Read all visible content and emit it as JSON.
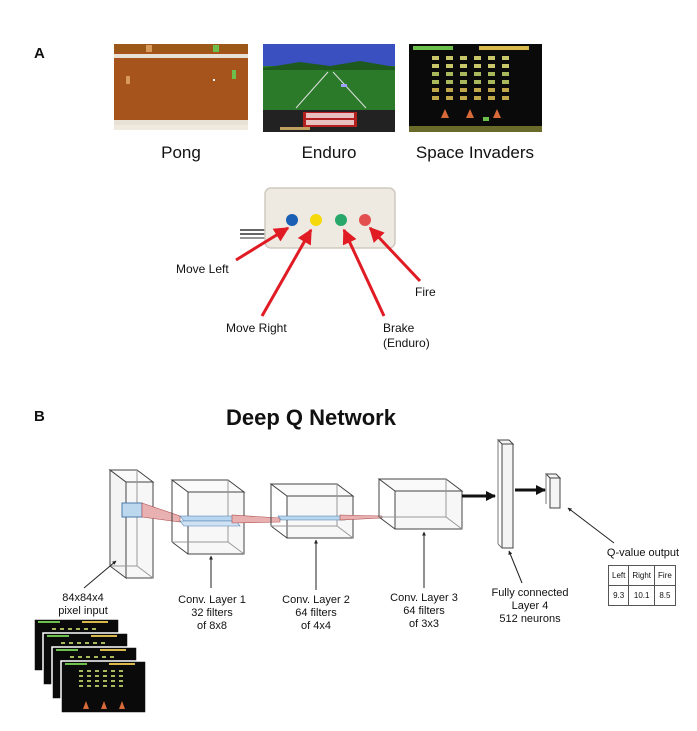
{
  "panel_a": {
    "letter": "A",
    "games": [
      {
        "label": "Pong"
      },
      {
        "label": "Enduro"
      },
      {
        "label": "Space Invaders"
      }
    ],
    "controller": {
      "buttons": [
        {
          "color": "#1a5fb4"
        },
        {
          "color": "#f5d90a"
        },
        {
          "color": "#27a86a"
        },
        {
          "color": "#e34f4f"
        }
      ],
      "labels": {
        "move_left": "Move Left",
        "move_right": "Move Right",
        "brake": "Brake",
        "brake_note": "(Enduro)",
        "fire": "Fire"
      },
      "arrow_color": "#e01b24"
    }
  },
  "panel_b": {
    "letter": "B",
    "title": "Deep Q Network",
    "input_label": [
      "84x84x4",
      "pixel input"
    ],
    "layers": [
      [
        "Conv. Layer 1",
        "32 filters",
        "of 8x8"
      ],
      [
        "Conv. Layer 2",
        "64 filters",
        "of 4x4"
      ],
      [
        "Conv. Layer 3",
        "64 filters",
        "of 3x3"
      ],
      [
        "Fully connected",
        "Layer 4",
        "512 neurons"
      ]
    ],
    "output_label": "Q-value output",
    "q_table": {
      "headers": [
        "Left",
        "Right",
        "Fire"
      ],
      "values": [
        "9.3",
        "10.1",
        "8.5"
      ]
    }
  }
}
